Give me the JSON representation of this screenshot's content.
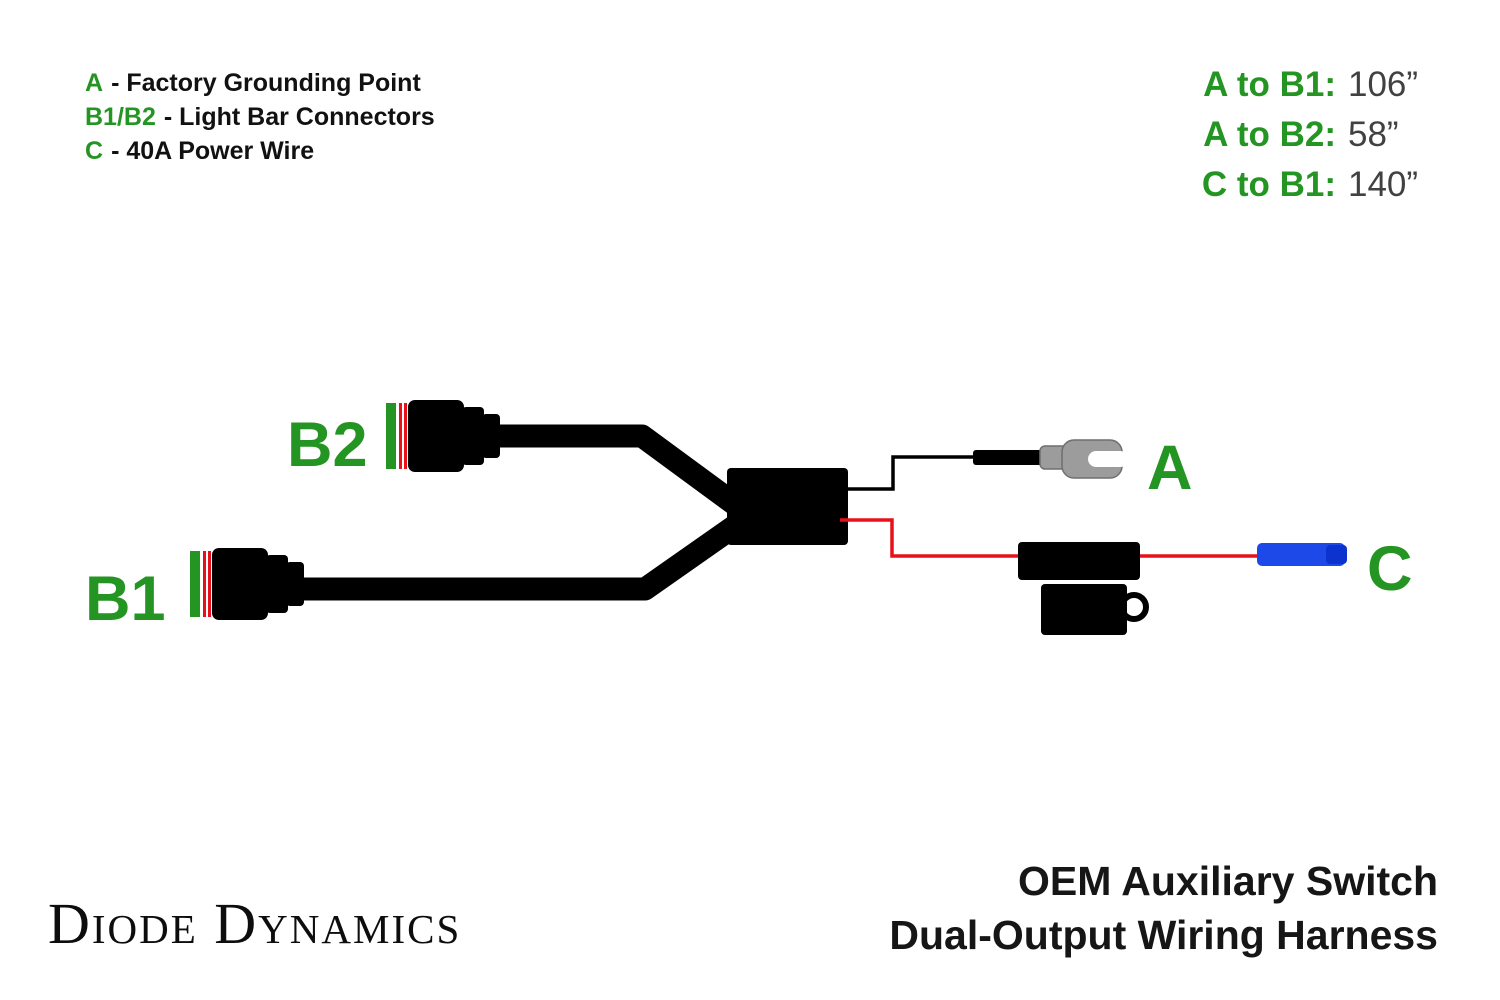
{
  "legend": {
    "items": [
      {
        "key": "A",
        "desc": "- Factory Grounding Point"
      },
      {
        "key": "B1/B2",
        "desc": "- Light Bar Connectors"
      },
      {
        "key": "C",
        "desc": "- 40A Power Wire"
      }
    ]
  },
  "measurements": {
    "rows": [
      {
        "label": "A to B1:",
        "value": "106”"
      },
      {
        "label": "A to B2:",
        "value": "58”"
      },
      {
        "label": "C to B1:",
        "value": "140”"
      }
    ]
  },
  "diagram": {
    "labels": {
      "b2": "B2",
      "b1": "B1",
      "ground": "A",
      "power": "C"
    },
    "parts": {
      "b1_b2": "light-bar-connectors",
      "a": "factory-grounding-fork-terminal",
      "c": "40A-power-wire-butt-connector",
      "fuse": "inline-fuse-holder"
    }
  },
  "footer": {
    "brand": "Diode Dynamics",
    "product_line1": "OEM Auxiliary Switch",
    "product_line2": "Dual-Output Wiring Harness"
  },
  "colors": {
    "brand_green": "#249522",
    "wire_red": "#e8101a",
    "connector_blue": "#1c49e8",
    "terminal_gray": "#9c9c9c",
    "wire_black": "#000000"
  }
}
